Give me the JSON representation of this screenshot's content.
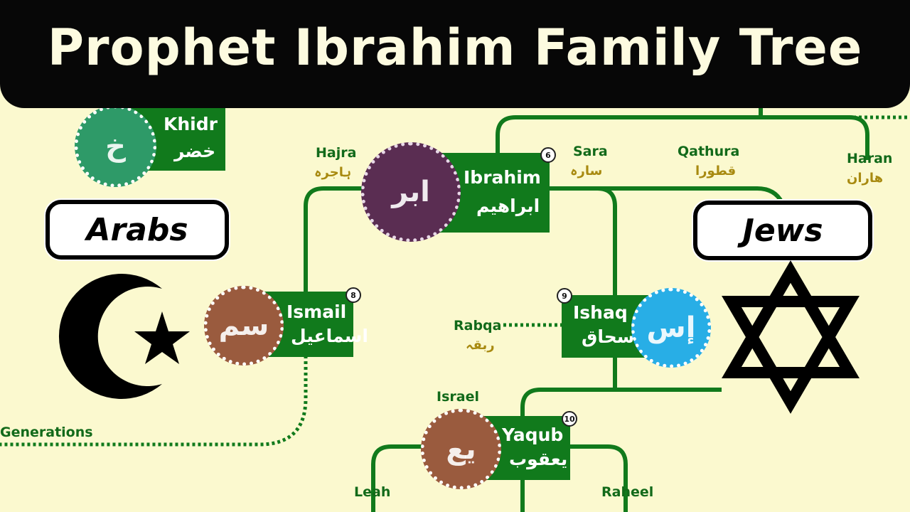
{
  "title": "Prophet Ibrahim Family Tree",
  "groups": {
    "left": "Arabs",
    "right": "Jews"
  },
  "people": {
    "khidr": {
      "en": "Khidr",
      "ar": "خضر"
    },
    "ibrahim": {
      "en": "Ibrahim",
      "ar": "ابراهيم",
      "number": "6"
    },
    "ismail": {
      "en": "Ismail",
      "ar": "اسماعيل",
      "number": "8"
    },
    "ishaq": {
      "en": "Ishaq",
      "ar": "اسحاق",
      "number": "9"
    },
    "yaqub": {
      "en": "Yaqub",
      "ar": "يعقوب",
      "number": "10"
    }
  },
  "spouses": {
    "hajra": {
      "en": "Hajra",
      "ar": "ہاجرہ"
    },
    "sara": {
      "en": "Sara",
      "ar": "سارہ"
    },
    "qathura": {
      "en": "Qathura",
      "ar": "قطورا"
    },
    "haran": {
      "en": "Haran",
      "ar": "ھاران"
    },
    "rabqa": {
      "en": "Rabqa",
      "ar": "ربقہ"
    },
    "leah": {
      "en": "Leah"
    },
    "raheel": {
      "en": "Raheel"
    }
  },
  "other_labels": {
    "israel": "Israel",
    "generations": "Generations"
  },
  "symbols": {
    "left": "crescent-and-star-icon",
    "right": "star-of-david-icon"
  },
  "colors": {
    "background": "#fbf9cf",
    "node_green": "#117a1c",
    "label_green": "#126a1a",
    "title_bar": "#070707"
  }
}
